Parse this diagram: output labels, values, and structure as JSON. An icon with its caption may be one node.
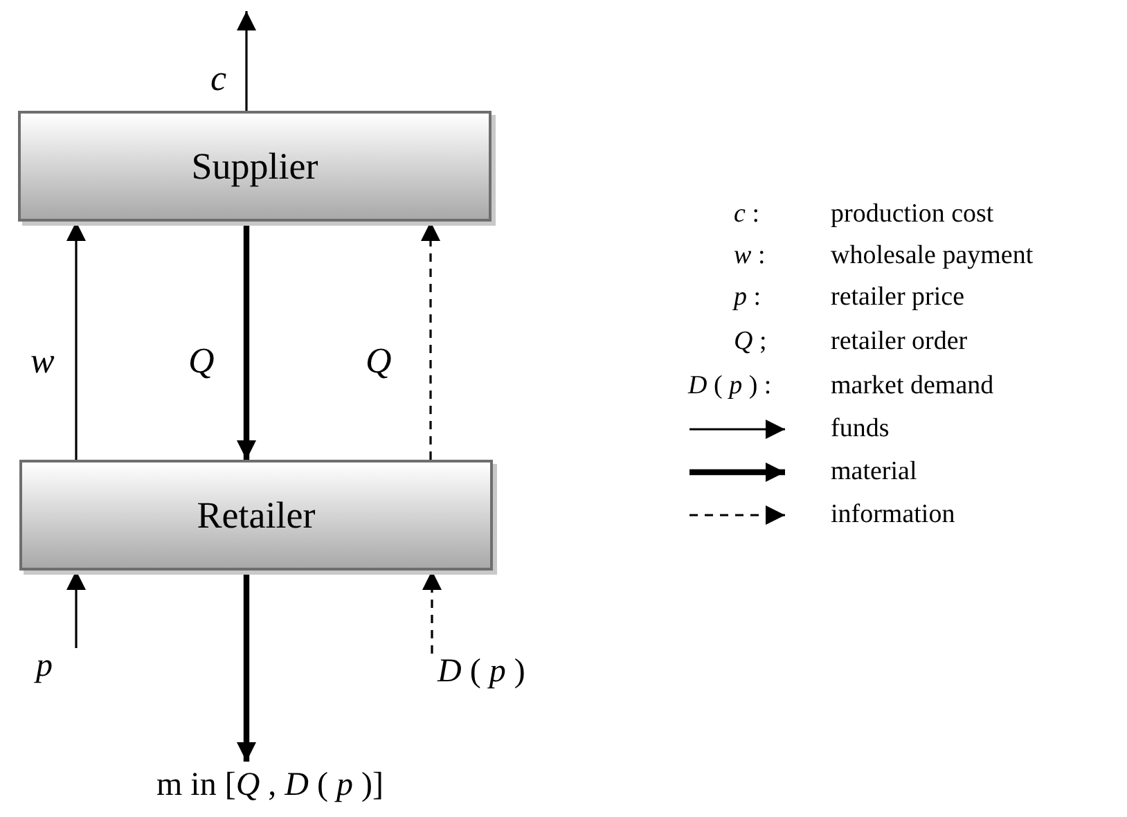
{
  "diagram": {
    "nodes": [
      {
        "text": [
          "Supplier"
        ]
      },
      {
        "text": [
          "Retailer"
        ]
      },
      {
        "text": [
          "p"
        ]
      },
      {
        "text": [
          "*D* ( *p* )"
        ]
      },
      {
        "text": [
          "m in [*Q* , *D* ( *p* )]"
        ]
      }
    ],
    "edges": [
      {
        "from": 0,
        "to": null,
        "arrow": "to",
        "label": "c"
      },
      {
        "from": 1,
        "to": 0,
        "arrow": "to",
        "label": "w"
      },
      {
        "from": 0,
        "to": 1,
        "arrow": "to",
        "label": "Q",
        "style": "thick"
      },
      {
        "from": 1,
        "to": 0,
        "arrow": "to",
        "label": "Q",
        "style": "dashed"
      },
      {
        "from": 2,
        "to": 1,
        "arrow": "to"
      },
      {
        "from": 3,
        "to": 1,
        "arrow": "to",
        "style": "dashed"
      },
      {
        "from": 1,
        "to": 4,
        "arrow": "to",
        "style": "thick"
      }
    ],
    "labels": [
      "*c* :",
      "production cost",
      "*w* :",
      "wholesale payment",
      "*p* :",
      "retailer price",
      "*Q* ;",
      "retailer order",
      "*D* ( *p* ) :",
      "market demand"
    ],
    "legend": [
      {
        "text": "funds"
      },
      {
        "text": "material"
      },
      {
        "text": "information"
      }
    ]
  }
}
